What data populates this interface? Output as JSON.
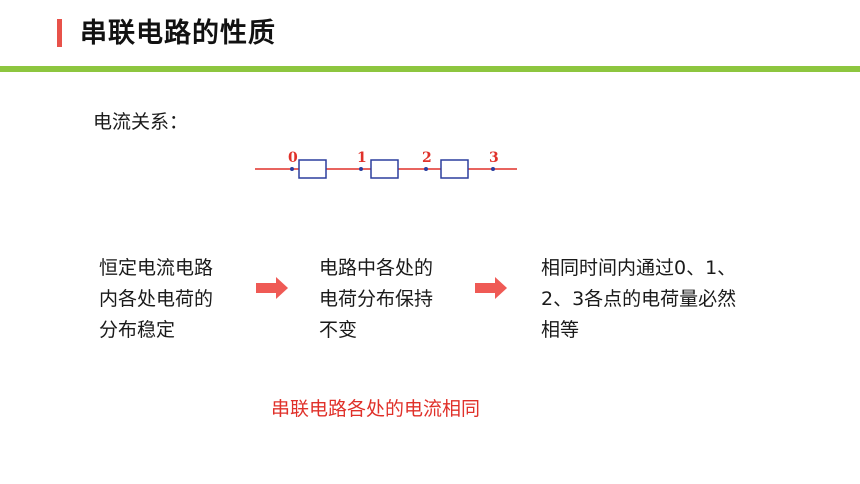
{
  "title": "串联电路的性质",
  "label": "电流关系：",
  "circuit": {
    "points": [
      "0",
      "1",
      "2",
      "3"
    ],
    "wire_color": "#e0312a",
    "resistor_color": "#2c3e9e",
    "point_label_color": "#e0312a"
  },
  "steps": [
    "恒定电流电路内各处电荷的分布稳定",
    "电路中各处的电荷分布保持不变",
    "相同时间内通过0、1、2、3各点的电荷量必然相等"
  ],
  "conclusion": "串联电路各处的电流相同",
  "colors": {
    "accent": "#e8524a",
    "green_rule": "#8dc63f",
    "arrow": "#ef5a55",
    "conclusion": "#e0312a"
  }
}
